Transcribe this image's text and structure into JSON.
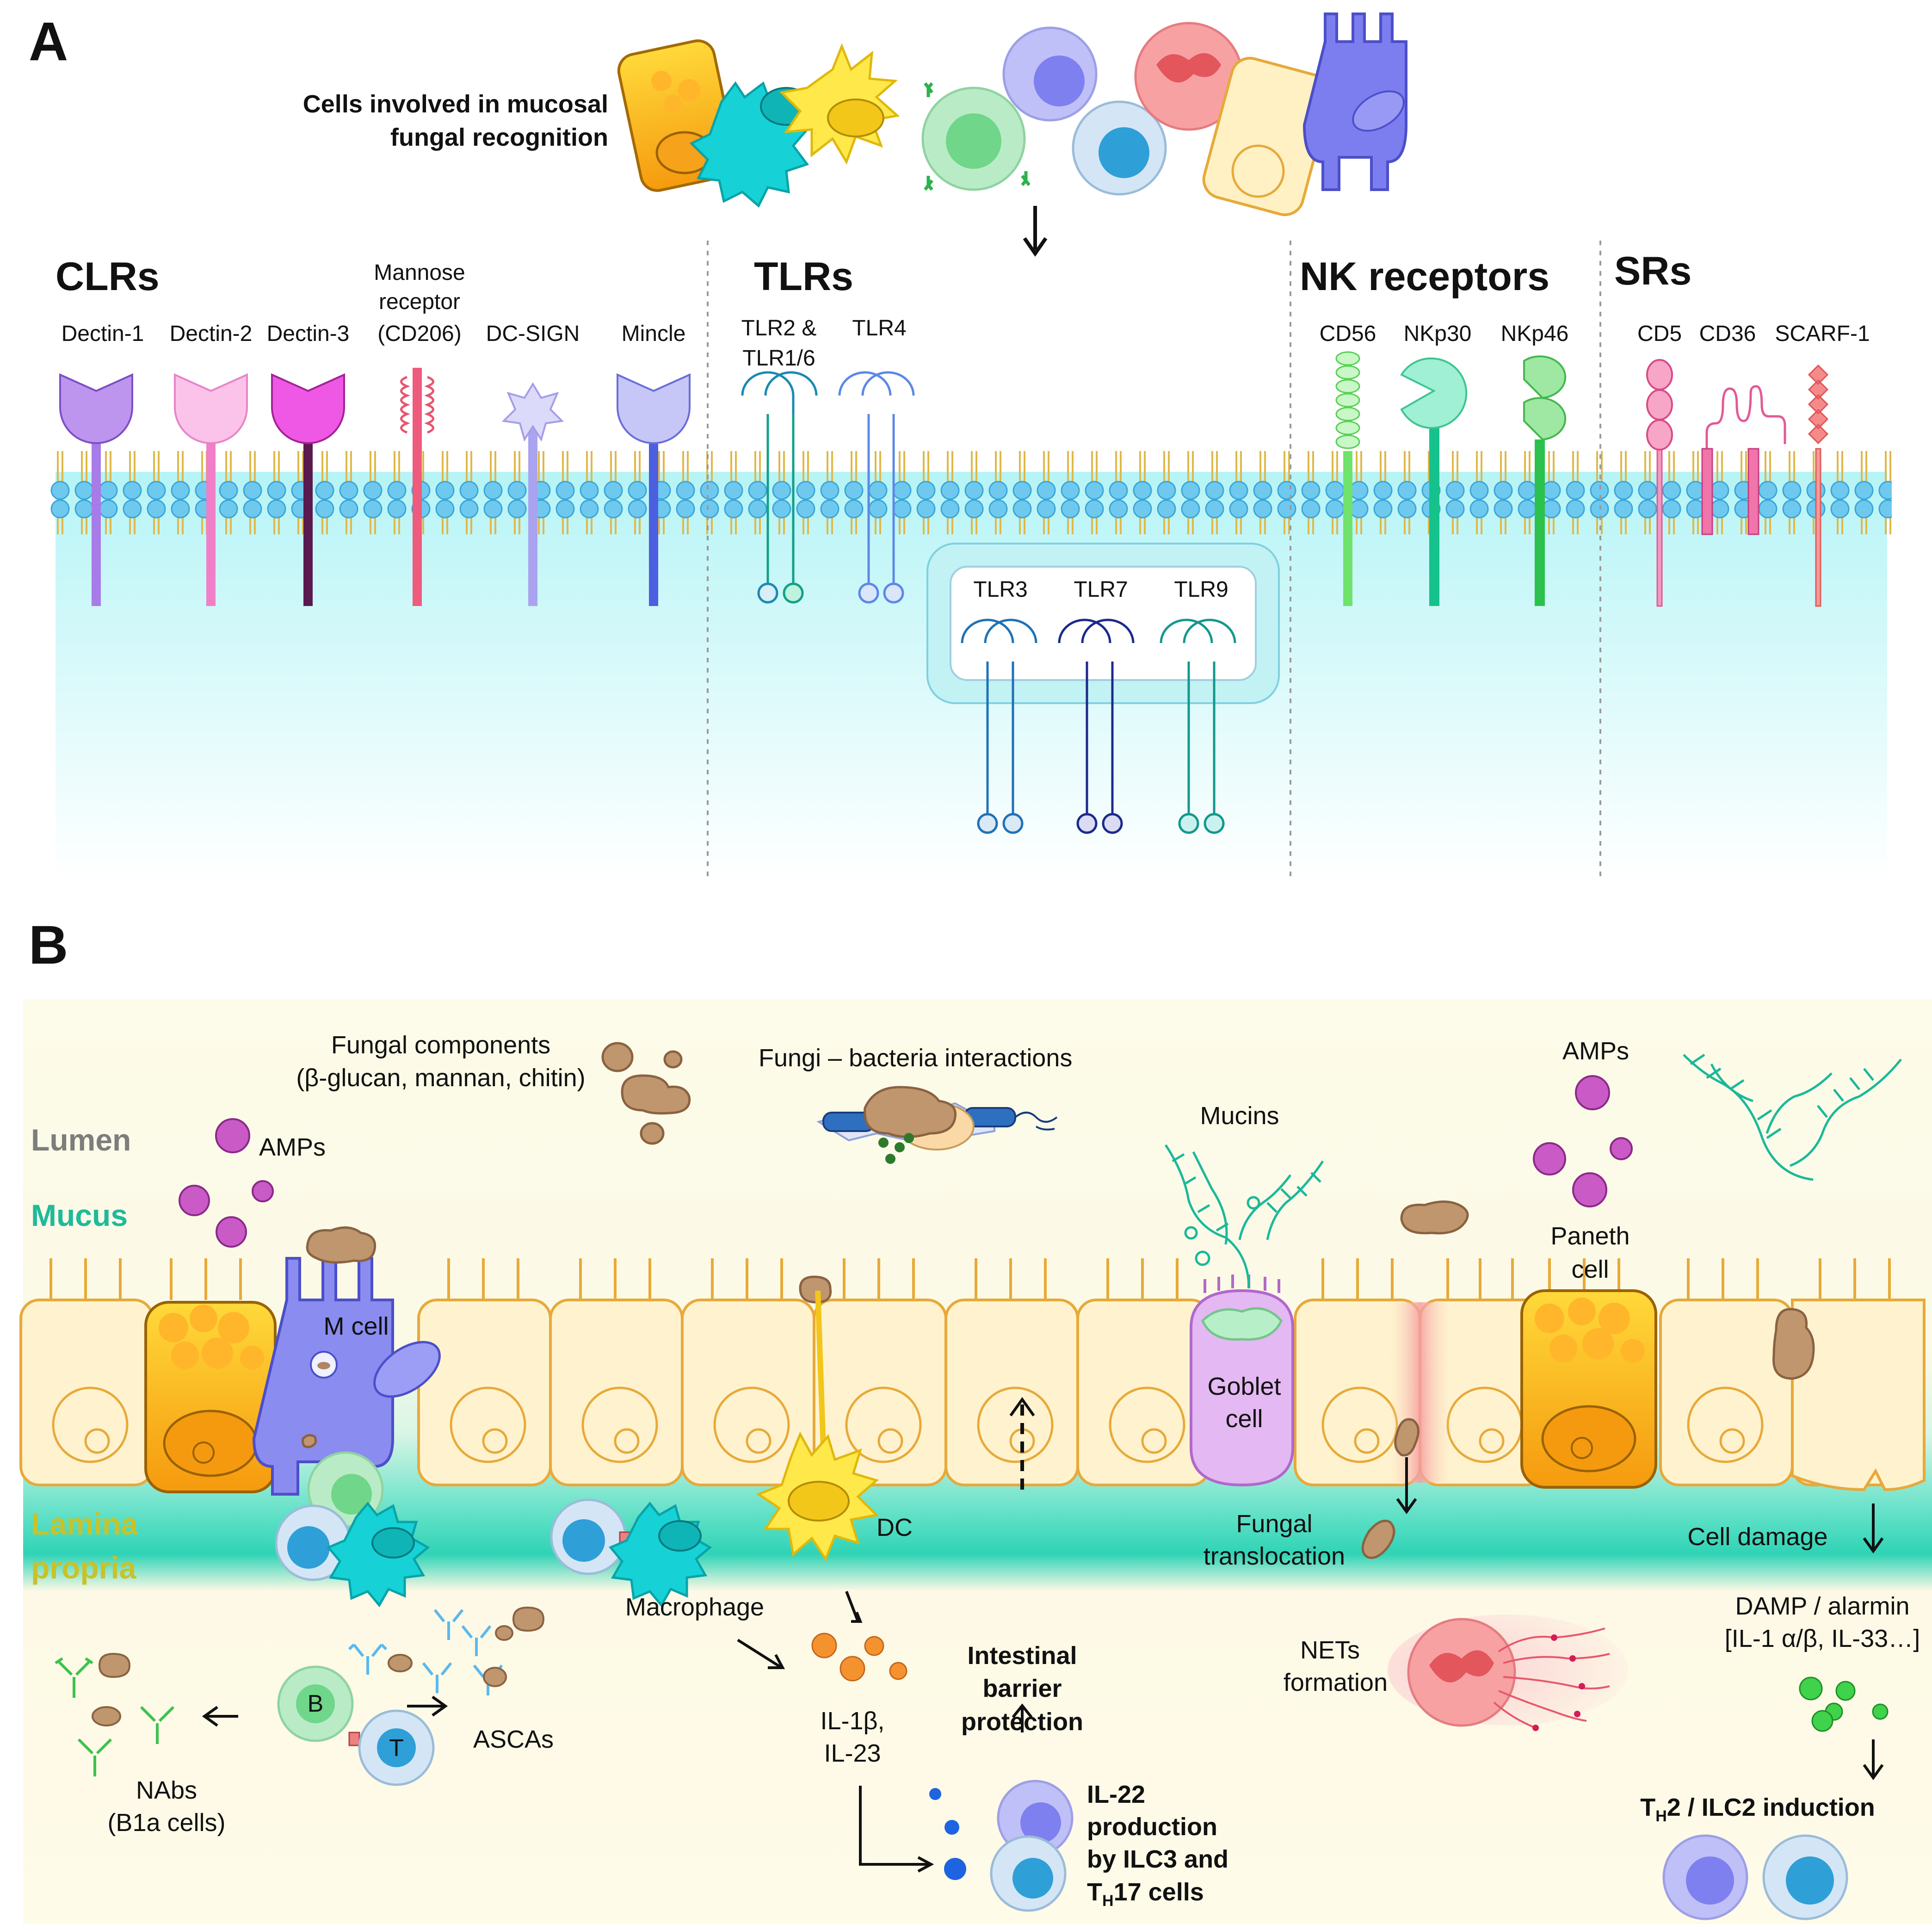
{
  "panelA": {
    "letter": "A",
    "cells_label": [
      "Cells involved in mucosal",
      "fungal recognition"
    ],
    "families": {
      "clr": {
        "title": "CLRs",
        "receptors": [
          {
            "label": "Dectin-1",
            "color": "#a77be8"
          },
          {
            "label": "Dectin-2",
            "color": "#f07fc8"
          },
          {
            "label": "Dectin-3",
            "color": "#e94fe0"
          },
          {
            "label_lines": [
              "Mannose",
              "receptor",
              "(CD206)"
            ],
            "color": "#ee5b7d"
          },
          {
            "label": "DC-SIGN",
            "color": "#a9a3f0"
          },
          {
            "label": "Mincle",
            "color": "#4b5fe0"
          }
        ]
      },
      "tlr": {
        "title": "TLRs",
        "surface": [
          {
            "label_lines": [
              "TLR2 &",
              "TLR1/6"
            ],
            "color": "#0e9a8c"
          },
          {
            "label": "TLR4",
            "color": "#5d88e6"
          }
        ],
        "endosomal": [
          {
            "label": "TLR3",
            "color": "#1f72b6"
          },
          {
            "label": "TLR7",
            "color": "#1b2a8c"
          },
          {
            "label": "TLR9",
            "color": "#13988c"
          }
        ]
      },
      "nk": {
        "title": "NK receptors",
        "receptors": [
          {
            "label": "CD56",
            "color": "#6fe36b"
          },
          {
            "label": "NKp30",
            "color": "#15c28c"
          },
          {
            "label": "NKp46",
            "color": "#2cc14d"
          }
        ]
      },
      "sr": {
        "title": "SRs",
        "receptors": [
          {
            "label": "CD5",
            "color": "#ef6fa5"
          },
          {
            "label": "CD36",
            "color": "#e85a9a"
          },
          {
            "label": "SCARF-1",
            "color": "#f06a6a"
          }
        ]
      }
    }
  },
  "panelB": {
    "letter": "B",
    "layers": {
      "lumen": "Lumen",
      "mucus": "Mucus",
      "lamina_propria": [
        "Lamina",
        "propria"
      ]
    },
    "layer_colors": {
      "lumen": "#7d7d7d",
      "mucus": "#1fba9a",
      "lamina_propria": "#c8c22a"
    },
    "labels": {
      "fungal_components": [
        "Fungal components",
        "(β-glucan, mannan, chitin)"
      ],
      "fungi_bacteria": "Fungi – bacteria interactions",
      "amps_left": "AMPs",
      "amps_right": "AMPs",
      "mucins": "Mucins",
      "paneth": [
        "Paneth",
        "cell"
      ],
      "m_cell": "M cell",
      "goblet": [
        "Goblet",
        "cell"
      ],
      "dc": "DC",
      "macrophage": "Macrophage",
      "cytokines": [
        "IL-1β,",
        "IL-23"
      ],
      "barrier": [
        "Intestinal",
        "barrier",
        "protection"
      ],
      "il22": [
        "IL-22",
        "production",
        "by ILC3 and"
      ],
      "il22_th": "T",
      "il22_sub": "H",
      "il22_end": "17 cells",
      "fungal_translocation": [
        "Fungal",
        "translocation"
      ],
      "nets": [
        "NETs",
        "formation"
      ],
      "cell_damage": "Cell damage",
      "damp": [
        "DAMP / alarmin",
        "[IL-1 α/β, IL-33…]"
      ],
      "th2_t": "T",
      "th2_sub": "H",
      "th2_end": "2 / ILC2 induction",
      "asca": "ASCAs",
      "nabs": [
        "NAbs",
        "(B1a cells)"
      ],
      "b_cell": "B",
      "t_cell": "T"
    }
  }
}
